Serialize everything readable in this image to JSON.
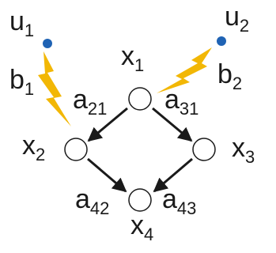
{
  "nodes": {
    "x1": {
      "base": "x",
      "sub": "1"
    },
    "x2": {
      "base": "x",
      "sub": "2"
    },
    "x3": {
      "base": "x",
      "sub": "3"
    },
    "x4": {
      "base": "x",
      "sub": "4"
    }
  },
  "inputs": {
    "u1": {
      "base": "u",
      "sub": "1"
    },
    "u2": {
      "base": "u",
      "sub": "2"
    }
  },
  "gains": {
    "b1": {
      "base": "b",
      "sub": "1"
    },
    "b2": {
      "base": "b",
      "sub": "2"
    }
  },
  "edges": {
    "a21": {
      "base": "a",
      "sub": "21"
    },
    "a31": {
      "base": "a",
      "sub": "31"
    },
    "a42": {
      "base": "a",
      "sub": "42"
    },
    "a43": {
      "base": "a",
      "sub": "43"
    }
  },
  "colors": {
    "input_dot": "#1f63b4",
    "lightning": "#f2b705",
    "arrow": "#1a1a1a",
    "node_stroke": "#1a1a1a",
    "node_fill": "#ffffff"
  }
}
